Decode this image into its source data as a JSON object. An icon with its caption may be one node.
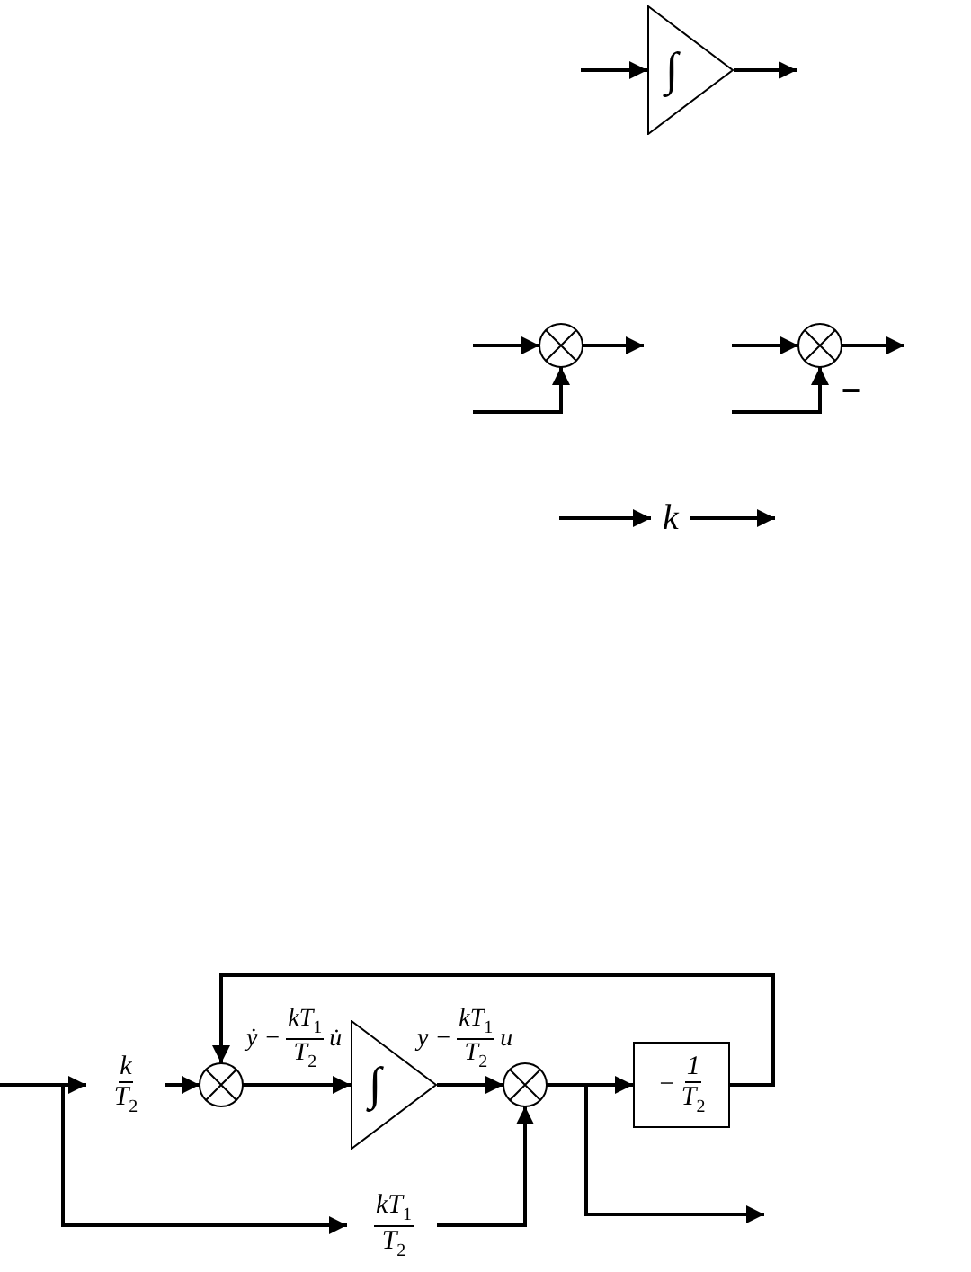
{
  "diagram": {
    "nodes": [
      {
        "text": [
          "∫"
        ]
      },
      {
        "text": [],
        "shape": "circle"
      },
      {
        "text": [],
        "shape": "circle",
        "beside": [
          "−"
        ]
      },
      {
        "text": [
          "k"
        ]
      },
      {
        "text": [
          "k",
          "T$_{2}$"
        ]
      },
      {
        "text": [],
        "shape": "circle"
      },
      {
        "text": [
          "∫"
        ]
      },
      {
        "text": [],
        "shape": "circle"
      },
      {
        "text": [
          "−",
          "1",
          "T$_{2}$"
        ]
      },
      {
        "text": [
          "kT$_{1}$",
          "T$_{2}$"
        ]
      }
    ],
    "edges": [
      {
        "from": null,
        "to": 0,
        "arrow": "to"
      },
      {
        "from": 0,
        "to": null,
        "arrow": "to"
      },
      {
        "from": null,
        "to": 1,
        "arrow": "to"
      },
      {
        "from": null,
        "to": 1,
        "arrow": "to"
      },
      {
        "from": 1,
        "to": null,
        "arrow": "to"
      },
      {
        "from": null,
        "to": 2,
        "arrow": "to"
      },
      {
        "from": null,
        "to": 2,
        "arrow": "to"
      },
      {
        "from": 2,
        "to": null,
        "arrow": "to"
      },
      {
        "from": null,
        "to": 3,
        "arrow": "to"
      },
      {
        "from": 3,
        "to": null,
        "arrow": "to"
      },
      {
        "from": null,
        "to": 4,
        "arrow": "to"
      },
      {
        "from": null,
        "to": 9,
        "arrow": "to"
      },
      {
        "from": 4,
        "to": 5,
        "arrow": "to"
      },
      {
        "from": 5,
        "to": 6,
        "arrow": "to"
      },
      {
        "from": 6,
        "to": 7,
        "arrow": "to"
      },
      {
        "from": 7,
        "to": 8,
        "arrow": "to"
      },
      {
        "from": 7,
        "to": null,
        "arrow": "to"
      },
      {
        "from": 8,
        "to": 5,
        "arrow": "to"
      },
      {
        "from": 9,
        "to": 7,
        "arrow": "to"
      }
    ],
    "labels": [
      "ẏ −",
      "kT$_{1}$",
      "T$_{2}$",
      "u̇",
      "y −",
      "kT$_{1}$",
      "T$_{2}$",
      "u"
    ]
  }
}
